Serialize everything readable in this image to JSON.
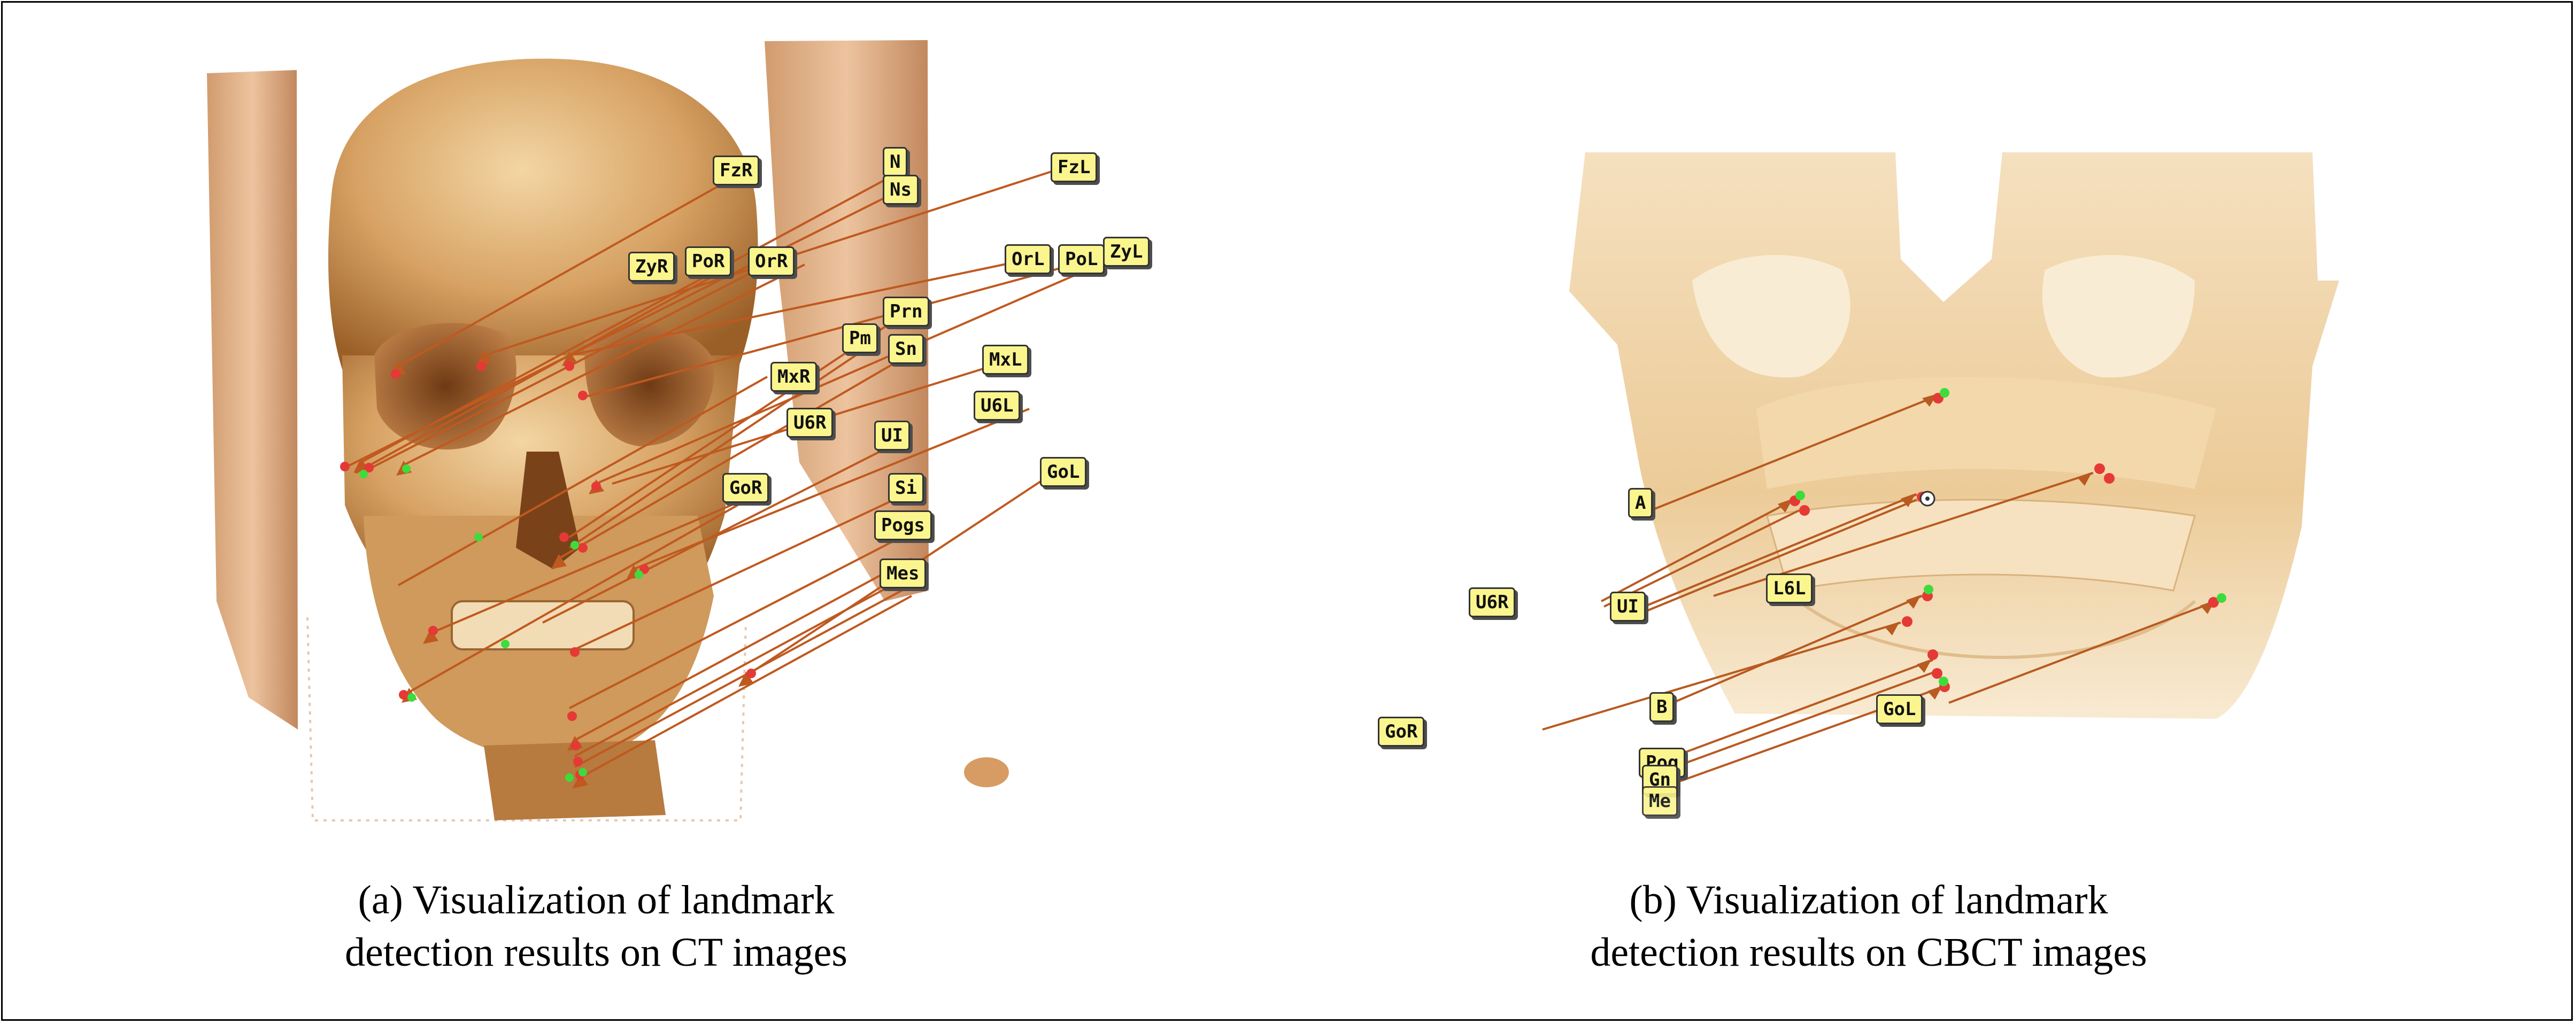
{
  "panels": [
    {
      "id": "ct",
      "caption_line1": "(a) Visualization of landmark",
      "caption_line2": "detection results on CT images",
      "labels": [
        "FzR",
        "N",
        "Ns",
        "FzL",
        "ZyR",
        "PoR",
        "OrR",
        "OrL",
        "PoL",
        "ZyL",
        "Prn",
        "Pm",
        "Sn",
        "MxL",
        "MxR",
        "U6R",
        "U6L",
        "UI",
        "GoR",
        "GoL",
        "Si",
        "Pogs",
        "Mes"
      ],
      "colors": {
        "skull": "#b5783a",
        "line": "#c0591f",
        "pred": "#e53935",
        "gt": "#3ddc3d"
      }
    },
    {
      "id": "cbct",
      "caption_line1": "(b) Visualization of landmark",
      "caption_line2": "detection results on CBCT images",
      "labels": [
        "A",
        "U6R",
        "UI",
        "L6L",
        "GoR",
        "B",
        "GoL",
        "Pog",
        "Gn",
        "Me"
      ],
      "colors": {
        "skull": "#e7c08c",
        "line": "#b95a20",
        "pred": "#e53935",
        "gt": "#3ddc3d"
      }
    }
  ]
}
